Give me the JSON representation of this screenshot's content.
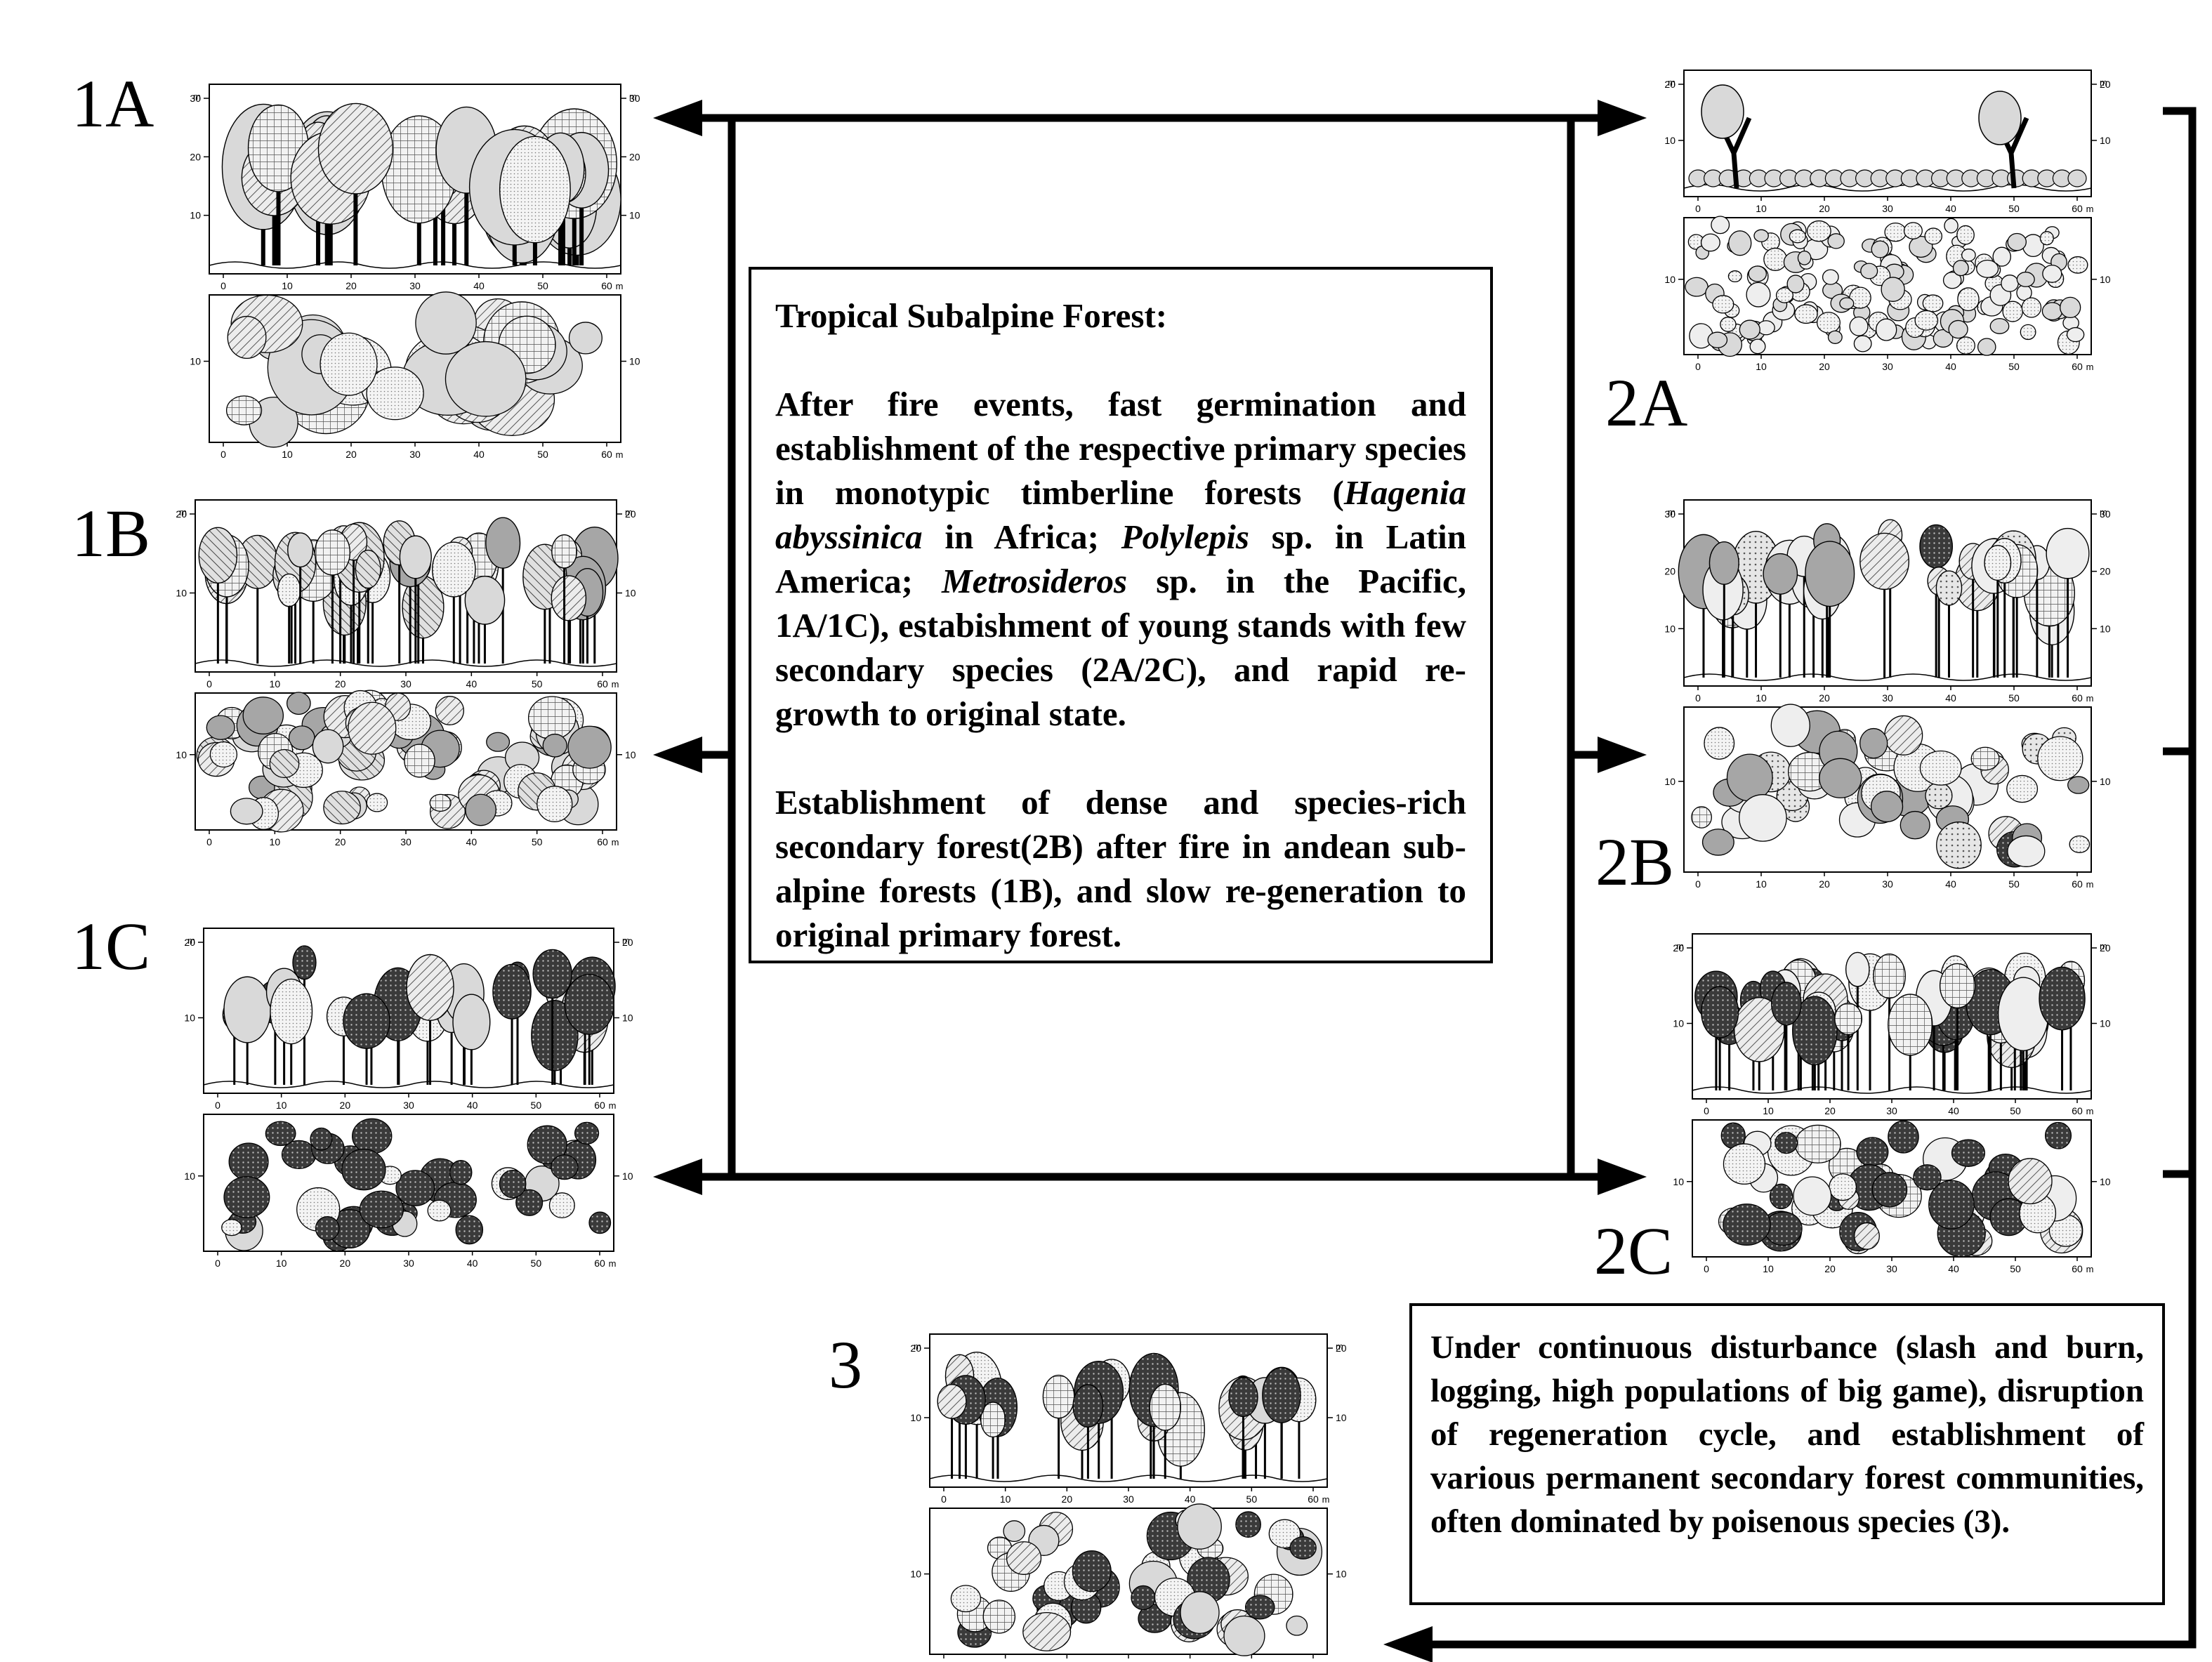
{
  "labels": {
    "p1a": "1A",
    "p1b": "1B",
    "p1c": "1C",
    "p2a": "2A",
    "p2b": "2B",
    "p2c": "2C",
    "p3": "3"
  },
  "main_box": {
    "title": "Tropical Subalpine Forest:",
    "para1_a": "After fire events, fast germination and establishment of the respective primary species in monotypic timberline forests (",
    "species1": "Hagenia abyssinica",
    "para1_b": " in Africa; ",
    "species2": "Polylepis",
    "para1_c": " sp. in Latin America; ",
    "species3": "Metrosideros",
    "para1_d": " sp. in the Pacific, 1A/1C), estabishment of young stands with few secondary species (2A/2C), and rapid re-growth to original state.",
    "para2": "Establishment of dense and species-rich secondary forest(2B) after fire in andean sub-alpine forests (1B), and slow re-generation to original primary forest."
  },
  "sub_box": {
    "text": "Under continuous disturbance (slash and burn, logging, high populations of big game), disruption of regeneration cycle, and establishment of various permanent secondary forest communities, often dominated by poisenous species (3)."
  },
  "axis": {
    "x_ticks": [
      "0",
      "10",
      "20",
      "30",
      "40",
      "50",
      "60"
    ],
    "x_unit": "m",
    "y_unit": "m",
    "y_ticks_30": [
      "10",
      "20",
      "30"
    ],
    "y_ticks_20": [
      "10",
      "20"
    ],
    "plan_tick": "10"
  },
  "colors": {
    "ink": "#000000",
    "light_fill": "#d9d9d9",
    "medium_fill": "#a6a6a6",
    "dark_fill": "#444444",
    "pale_fill": "#eeeeee"
  }
}
